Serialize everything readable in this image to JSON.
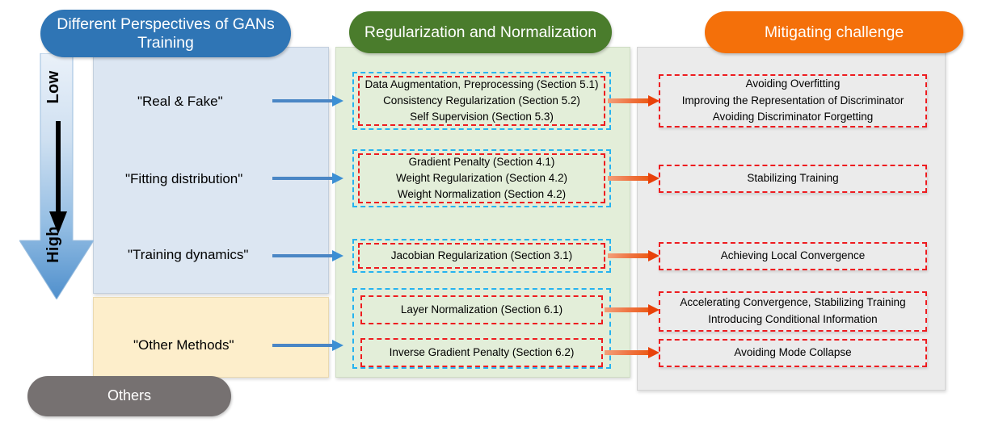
{
  "headers": {
    "left": "Different Perspectives of GANs Training",
    "middle": "Regularization and Normalization",
    "right": "Mitigating challenge",
    "others": "Others"
  },
  "scale": {
    "top_label": "Low",
    "bottom_label": "High",
    "arrow_icon": "down-gradient-arrow",
    "black_arrow_icon": "down-arrow"
  },
  "colors": {
    "left_pill": "#2f75b5",
    "middle_pill": "#4a7c2c",
    "right_pill": "#f4700a",
    "others_pill": "#767171",
    "panel_blue": "#dce6f2",
    "panel_yellow": "#fdeecb",
    "panel_green": "#e3eed9",
    "panel_gray": "#ebebeb",
    "blue_dash": "#26b3f0",
    "red_dash": "#ee1c20",
    "blue_arrow": "#4a86c5",
    "orange_arrow": "#ec5b16"
  },
  "perspectives": [
    {
      "label": "\"Real & Fake\""
    },
    {
      "label": "\"Fitting distribution\""
    },
    {
      "label": "\"Training dynamics\""
    },
    {
      "label": "\"Other Methods\""
    }
  ],
  "methods": [
    {
      "group": 0,
      "boxes": [
        {
          "lines": [
            "Data Augmentation, Preprocessing (Section 5.1)",
            "Consistency Regularization (Section 5.2)",
            "Self Supervision (Section 5.3)"
          ]
        }
      ]
    },
    {
      "group": 1,
      "boxes": [
        {
          "lines": [
            "Gradient Penalty (Section 4.1)",
            "Weight Regularization (Section 4.2)",
            "Weight Normalization (Section 4.2)"
          ]
        }
      ]
    },
    {
      "group": 2,
      "boxes": [
        {
          "lines": [
            "Jacobian Regularization (Section 3.1)"
          ]
        }
      ]
    },
    {
      "group": 3,
      "boxes": [
        {
          "lines": [
            "Layer Normalization (Section 6.1)"
          ]
        },
        {
          "lines": [
            "Inverse Gradient Penalty (Section 6.2)"
          ]
        }
      ]
    }
  ],
  "challenges": [
    {
      "lines": [
        "Avoiding Overfitting",
        "Improving the Representation of Discriminator",
        "Avoiding Discriminator Forgetting"
      ]
    },
    {
      "lines": [
        "Stabilizing Training"
      ]
    },
    {
      "lines": [
        "Achieving Local Convergence"
      ]
    },
    {
      "lines": [
        "Accelerating Convergence, Stabilizing Training",
        "Introducing Conditional Information"
      ]
    },
    {
      "lines": [
        "Avoiding Mode Collapse"
      ]
    }
  ]
}
